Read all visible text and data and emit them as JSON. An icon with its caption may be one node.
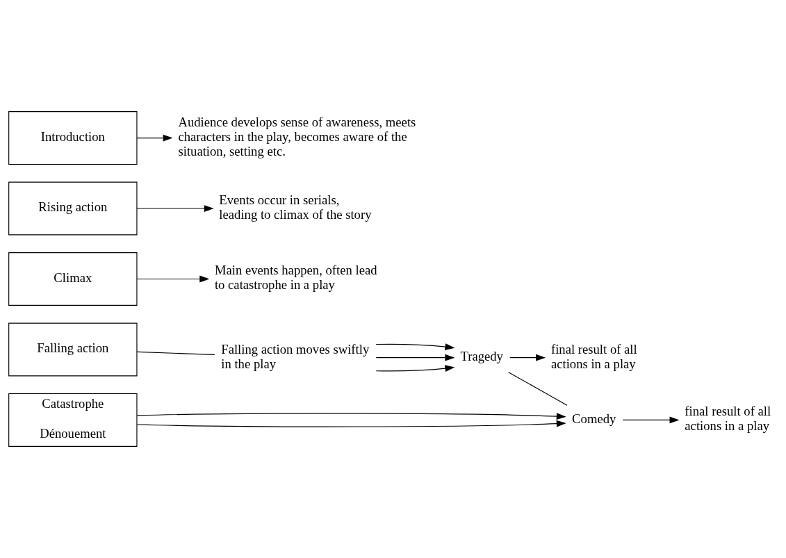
{
  "diagram": {
    "nodes": [
      {
        "text": [
          "Introduction"
        ]
      },
      {
        "text": [
          "Audience develops sense of awareness, meets characters in the play, becomes aware of the situation, setting etc."
        ]
      },
      {
        "text": [
          "Rising action"
        ]
      },
      {
        "text": [
          "Events occur in serials, leading to climax of the story"
        ]
      },
      {
        "text": [
          "Climax"
        ]
      },
      {
        "text": [
          "Main events happen, often lead to catastrophe in a play"
        ]
      },
      {
        "text": [
          "Falling action"
        ]
      },
      {
        "text": [
          "Falling action moves swiftly in the play"
        ]
      },
      {
        "text": [
          "Catastrophe",
          "Dénouement"
        ]
      },
      {
        "text": [
          "Tragedy"
        ]
      },
      {
        "text": [
          "Comedy"
        ]
      },
      {
        "text": [
          "final result of all actions in a play"
        ]
      },
      {
        "text": [
          "final result of all actions in a play"
        ]
      }
    ],
    "edges": [
      {
        "from": 0,
        "to": 1,
        "arrow": "to"
      },
      {
        "from": 2,
        "to": 3,
        "arrow": "to"
      },
      {
        "from": 4,
        "to": 5,
        "arrow": "to"
      },
      {
        "from": 6,
        "to": 7,
        "arrow": "none"
      },
      {
        "from": 7,
        "to": 9,
        "arrow": "to"
      },
      {
        "from": 7,
        "to": 9,
        "arrow": "to"
      },
      {
        "from": 7,
        "to": 9,
        "arrow": "to"
      },
      {
        "from": 8,
        "to": 10,
        "arrow": "to"
      },
      {
        "from": 8,
        "to": 10,
        "arrow": "to"
      },
      {
        "from": 9,
        "to": 11,
        "arrow": "to"
      },
      {
        "from": 10,
        "to": 12,
        "arrow": "to"
      },
      {
        "from": 9,
        "to": 10,
        "arrow": "none"
      }
    ]
  }
}
